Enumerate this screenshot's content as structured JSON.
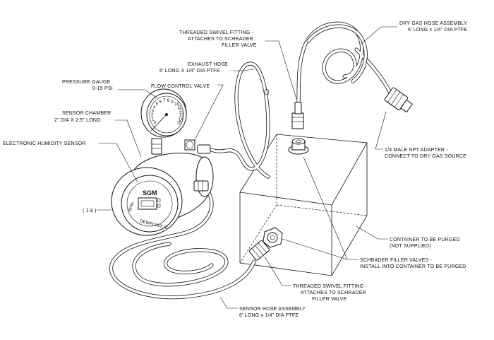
{
  "labels": {
    "dry_gas_hose": [
      "DRY GAS HOSE ASSEMBLY",
      "6' LONG x 1/4\" DIA PTFE"
    ],
    "threaded_swivel_top": [
      "THREADED SWIVEL FITTING -",
      "ATTACHES TO SCHRADER",
      "FILLER VALVE"
    ],
    "exhaust_hose": [
      "EXHAUST HOSE",
      "6' LONG X 1/4\" DIA PTFE"
    ],
    "pressure_gauge": [
      "PRESSURE GAUGE",
      "0-15 PSI"
    ],
    "flow_control_valve": [
      "FLOW CONTROL VALVE"
    ],
    "sensor_chamber": [
      "SENSOR CHAMBER",
      "2\" DIA X 2.5\" LONG"
    ],
    "electronic_humidity_sensor": [
      "ELECTRONIC HUMIDITY SENSOR"
    ],
    "dimension": [
      "( 1.8 )"
    ],
    "npt_adapter": [
      "1/4 MALE NPT ADAPTER -",
      "CONNECT TO DRY GAS SOURCE"
    ],
    "container": [
      "CONTAINER TO BE PURGED",
      "(NOT SUPPLIED)"
    ],
    "schrader_valves": [
      "SCHRADER FILLER VALVES -",
      "INSTALL INTO CONTAINER TO BE PURGED"
    ],
    "threaded_swivel_bottom": [
      "THREADED SWIVEL FITTING -",
      "ATTACHES TO SCHRADER",
      "FILLER VALVE"
    ],
    "sensor_hose": [
      "SENSOR HOSE ASSEMBLY",
      "6' LONG x 1/4\" DIA PTFE"
    ]
  },
  "sensor_face": {
    "brand": "SGM",
    "side_text": "RH%",
    "bottom_text": "DEWPOINT °C"
  },
  "gauge_face": {
    "scale": "0 1 2 3 4 5 6 7 8 9 10 11 12 13 14 15"
  }
}
